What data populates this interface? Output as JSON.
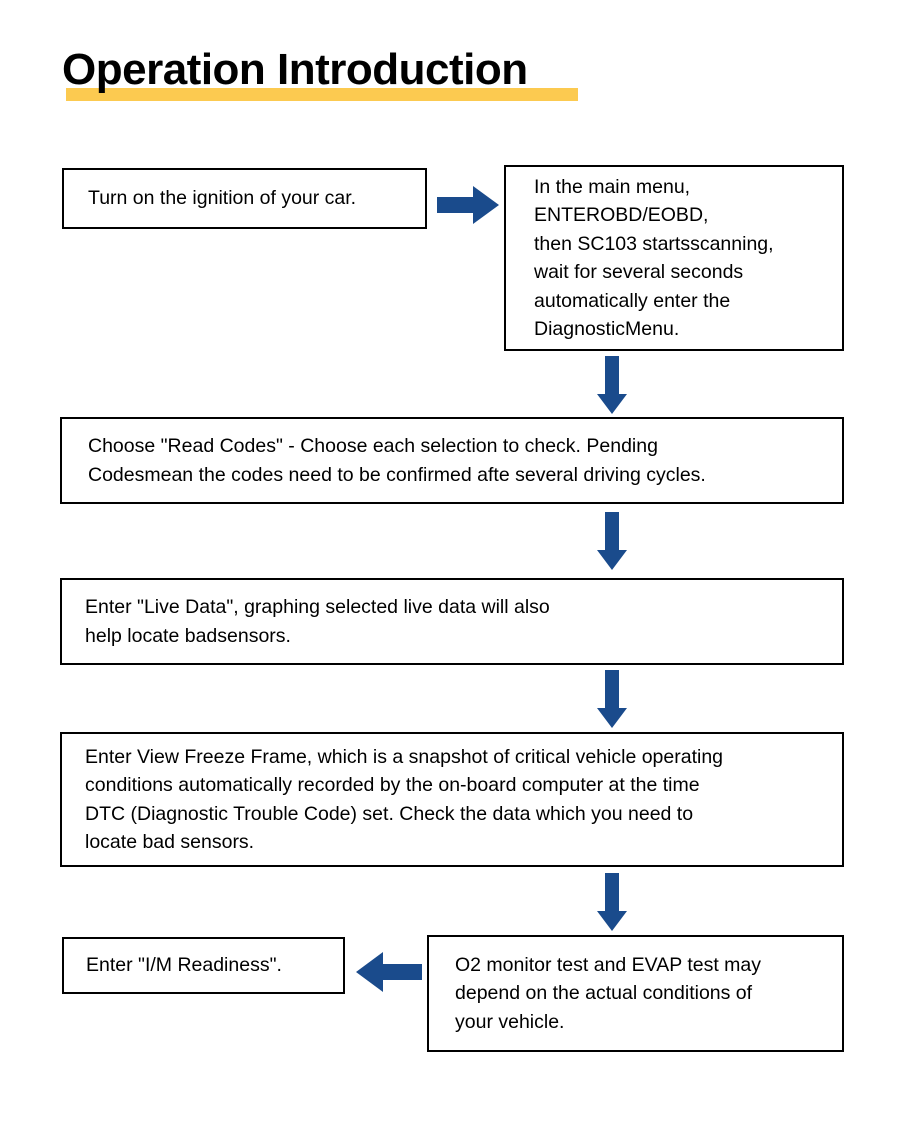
{
  "page": {
    "title": "Operation Introduction",
    "highlight_color": "#fcca50",
    "arrow_color": "#1a4b8c",
    "border_color": "#000000",
    "background_color": "#ffffff"
  },
  "flow": {
    "boxes": [
      {
        "id": "box-ignition",
        "name": "box-turn-on-ignition",
        "text": "Turn on the ignition of your car."
      },
      {
        "id": "box-main-menu",
        "name": "box-main-menu-enter-obd",
        "text": "In the main menu,\nENTEROBD/EOBD,\nthen SC103 startsscanning,\nwait for several seconds\nautomatically enter the\nDiagnosticMenu."
      },
      {
        "id": "box-read-codes",
        "name": "box-read-codes",
        "text": "Choose \"Read Codes\" - Choose each selection to check. Pending\nCodesmean the codes need to be confirmed afte  several driving cycles."
      },
      {
        "id": "box-live-data",
        "name": "box-live-data",
        "text": "Enter \"Live Data\", graphing selected live data will also\nhelp locate badsensors."
      },
      {
        "id": "box-freeze-frame",
        "name": "box-view-freeze-frame",
        "text": "Enter View Freeze Frame, which is a snapshot of critical vehicle operating\nconditions automatically recorded by the on-board computer at the time\nDTC (Diagnostic Trouble Code) set. Check the data which you need to\nlocate bad sensors."
      },
      {
        "id": "box-im-readiness",
        "name": "box-im-readiness",
        "text": "Enter \"I/M Readiness\"."
      },
      {
        "id": "box-o2-evap",
        "name": "box-o2-monitor-evap-test",
        "text": "O2 monitor test and EVAP test may\ndepend on the actual conditions of\nyour vehicle."
      }
    ],
    "arrows": [
      {
        "id": "arrow-right-1",
        "name": "arrow-right-icon",
        "direction": "right",
        "from": "box-turn-on-ignition",
        "to": "box-main-menu-enter-obd"
      },
      {
        "id": "arrow-down-1",
        "name": "arrow-down-icon",
        "direction": "down",
        "from": "box-main-menu-enter-obd",
        "to": "box-read-codes"
      },
      {
        "id": "arrow-down-2",
        "name": "arrow-down-icon",
        "direction": "down",
        "from": "box-read-codes",
        "to": "box-live-data"
      },
      {
        "id": "arrow-down-3",
        "name": "arrow-down-icon",
        "direction": "down",
        "from": "box-live-data",
        "to": "box-view-freeze-frame"
      },
      {
        "id": "arrow-down-4",
        "name": "arrow-down-icon",
        "direction": "down",
        "from": "box-view-freeze-frame",
        "to": "box-o2-monitor-evap-test"
      },
      {
        "id": "arrow-left-1",
        "name": "arrow-left-icon",
        "direction": "left",
        "from": "box-o2-monitor-evap-test",
        "to": "box-im-readiness"
      }
    ]
  }
}
